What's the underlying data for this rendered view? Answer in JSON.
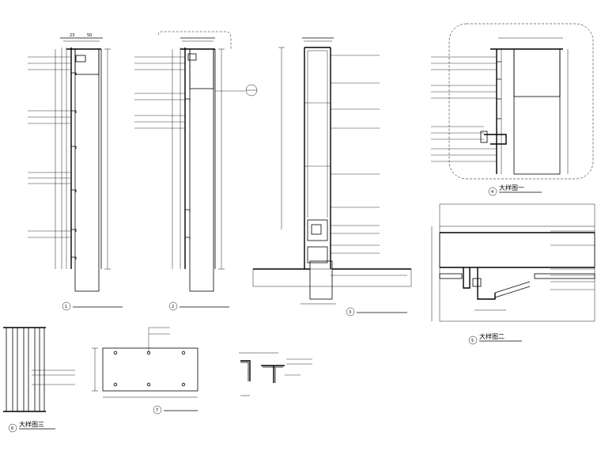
{
  "details": [
    {
      "id": "detail-1",
      "number": "1",
      "caption": "",
      "sub": ""
    },
    {
      "id": "detail-2",
      "number": "2",
      "caption": "",
      "sub": ""
    },
    {
      "id": "detail-3",
      "number": "3",
      "caption": "",
      "sub": ""
    },
    {
      "id": "detail-4",
      "number": "4",
      "caption": "大样图一",
      "sub": ""
    },
    {
      "id": "detail-5",
      "number": "5",
      "caption": "大样图二",
      "sub": ""
    },
    {
      "id": "detail-6",
      "number": "6",
      "caption": "大样图三",
      "sub": ""
    },
    {
      "id": "detail-7",
      "number": "7",
      "caption": "",
      "sub": ""
    }
  ]
}
